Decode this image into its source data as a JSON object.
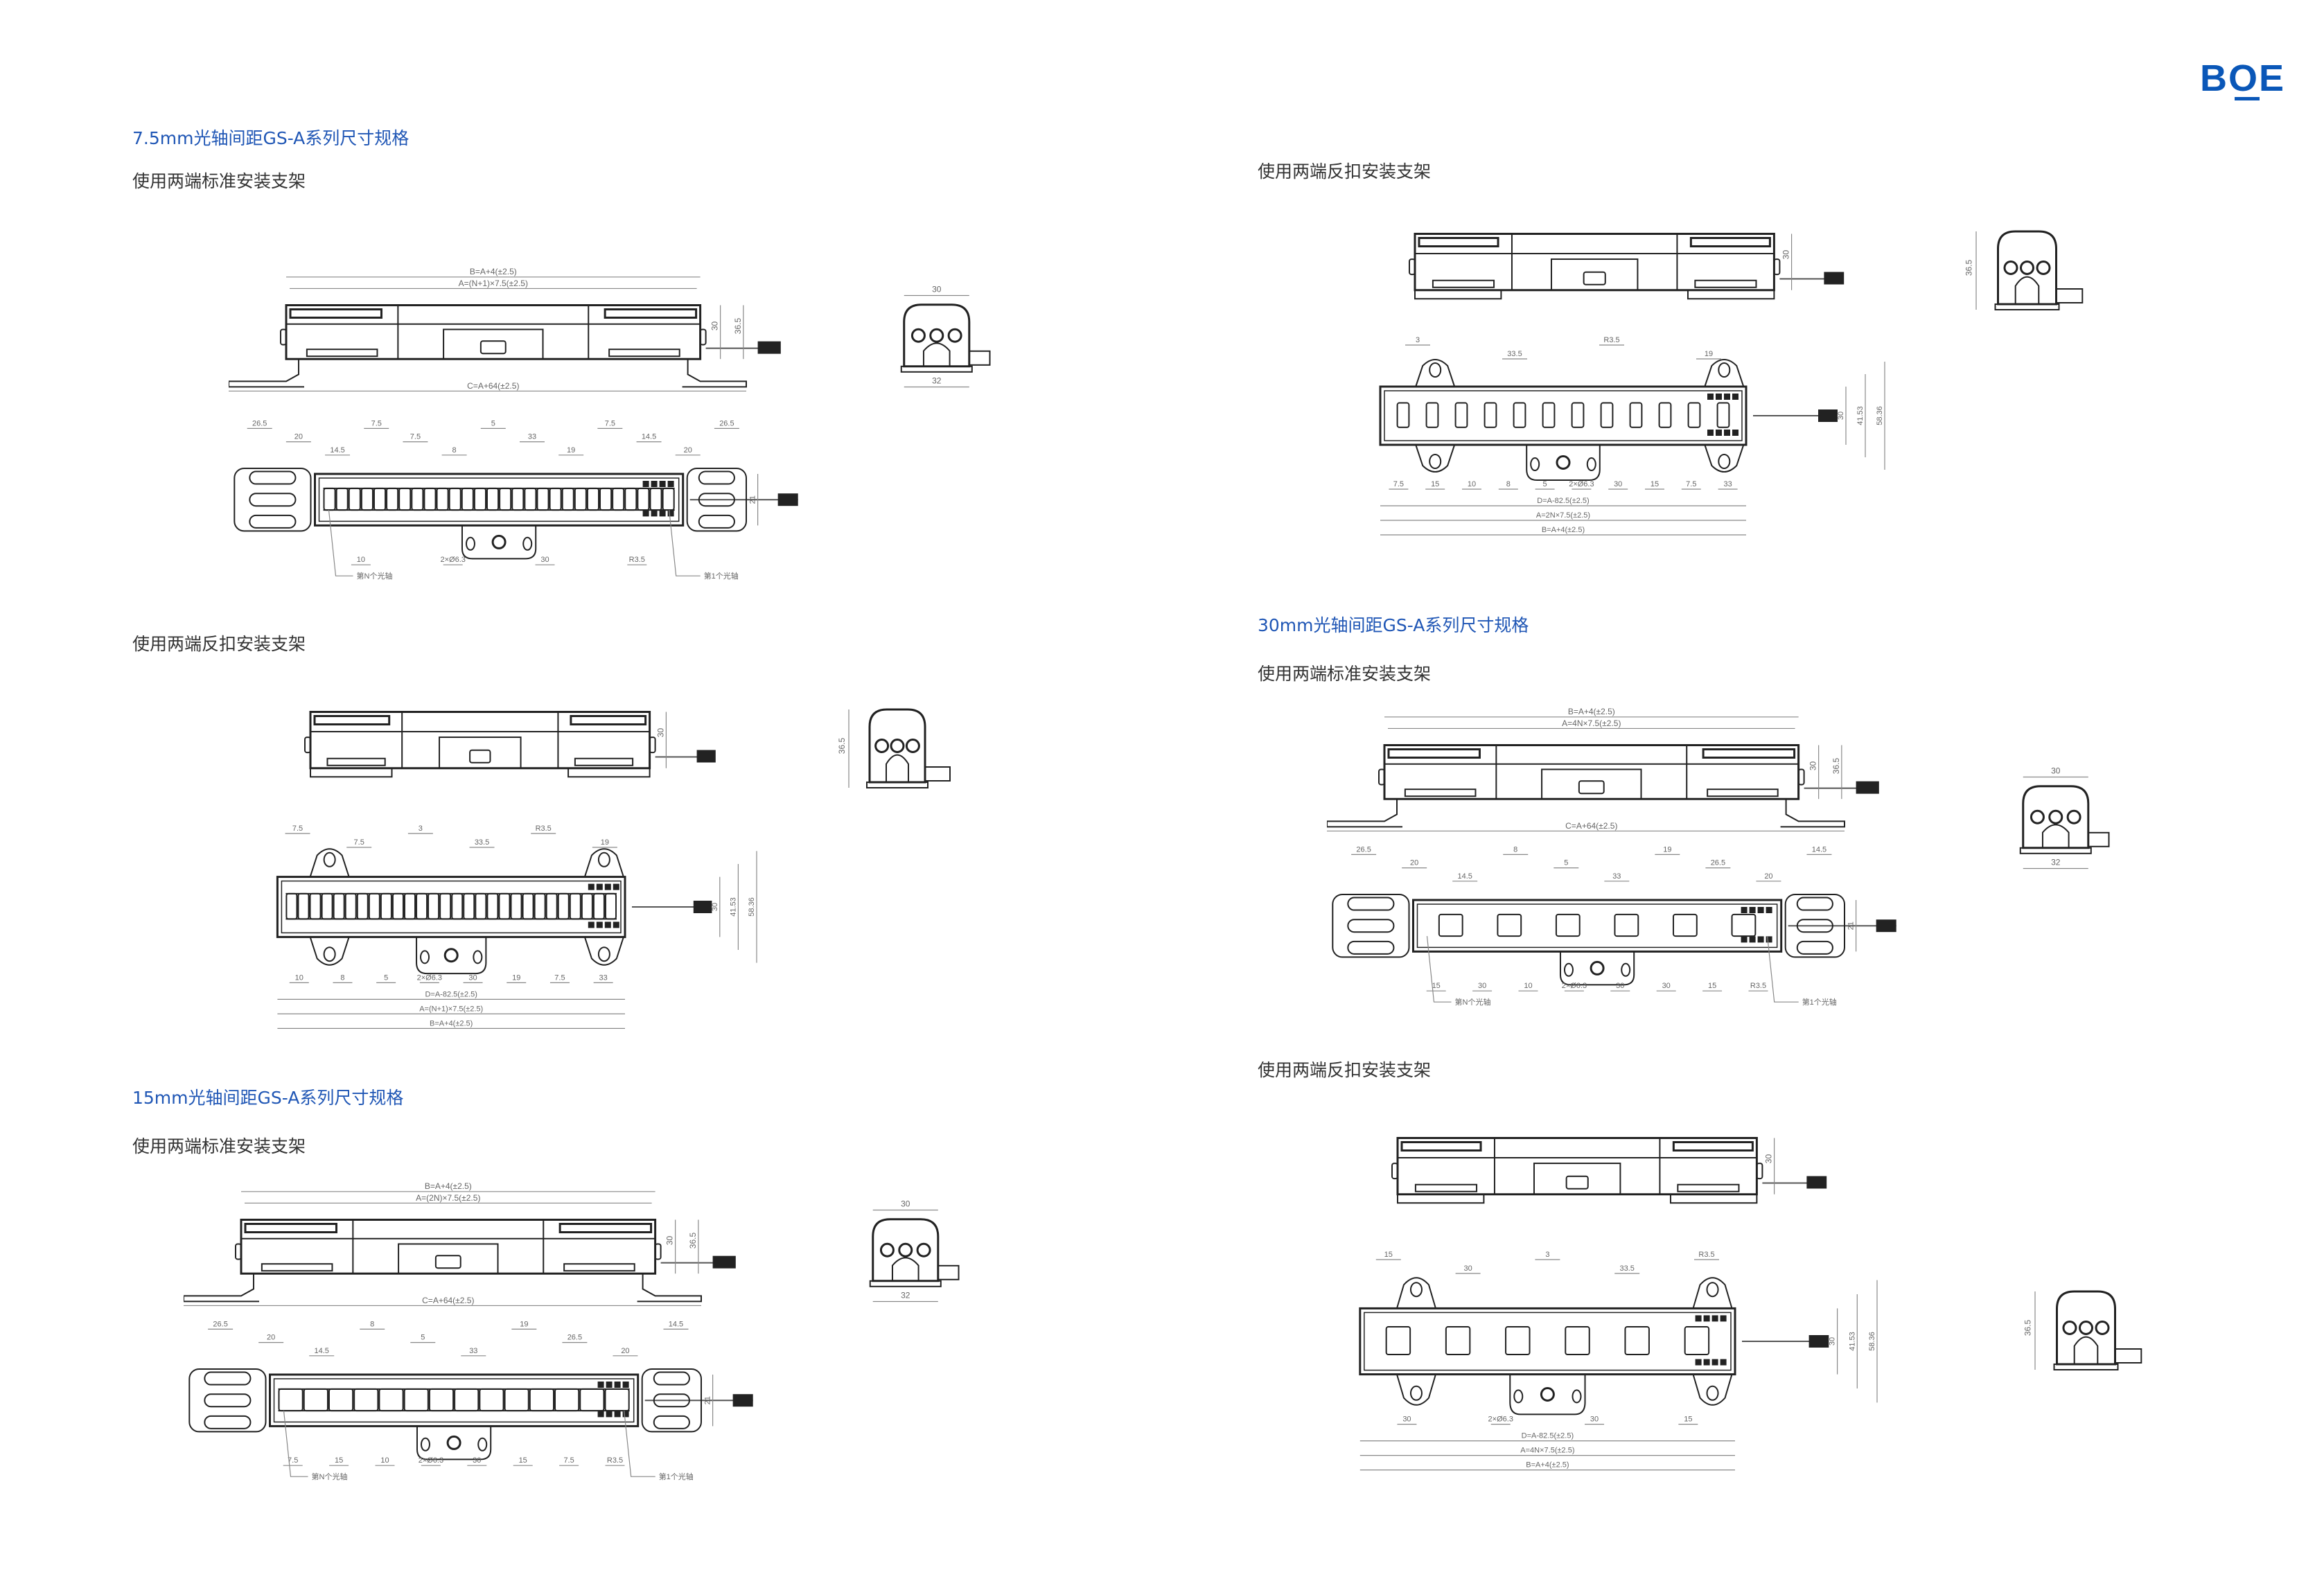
{
  "brand": {
    "logo": "BOE",
    "color": "#0a57b8"
  },
  "left": {
    "heading_7_5": "7.5mm光轴间距GS-A系列尺寸规格",
    "sub1": "使用两端标准安装支架",
    "sub2": "使用两端反扣安装支架",
    "heading_15": "15mm光轴间距GS-A系列尺寸规格",
    "sub3": "使用两端标准安装支架"
  },
  "right": {
    "sub1": "使用两端反扣安装支架",
    "heading_30": "30mm光轴间距GS-A系列尺寸规格",
    "sub2": "使用两端标准安装支架",
    "sub3": "使用两端反扣安装支架"
  },
  "drawings": [
    {
      "type": "standard",
      "cells": 28,
      "top": {
        "B": "B=A+4(±2.5)",
        "A": "A=(N+1)×7.5(±2.5)",
        "C": "C=A+64(±2.5)",
        "h": [
          "30",
          "36.5"
        ]
      },
      "side": [
        "30",
        "32"
      ],
      "front": {
        "top": [
          "26.5",
          "20",
          "14.5",
          "7.5",
          "7.5",
          "8",
          "5",
          "33",
          "19",
          "7.5",
          "14.5",
          "20",
          "26.5"
        ],
        "right": [
          "21"
        ],
        "bottom": [
          "10",
          "2×Ø6.3",
          "30",
          "R3.5"
        ],
        "callouts": [
          "第N个光轴",
          "第1个光轴"
        ]
      }
    },
    {
      "type": "reverse",
      "cells": 28,
      "top": {
        "h": [
          "30"
        ]
      },
      "side": [
        "36.5"
      ],
      "front": {
        "top": [
          "7.5",
          "7.5",
          "3",
          "33.5",
          "R3.5",
          "19"
        ],
        "right": [
          "30",
          "41.53",
          "58.36"
        ],
        "bottom": [
          "10",
          "8",
          "5",
          "2×Ø6.3",
          "30",
          "19",
          "7.5",
          "33",
          "D=A-82.5(±2.5)",
          "A=(N+1)×7.5(±2.5)",
          "B=A+4(±2.5)"
        ],
        "callouts": []
      }
    },
    {
      "type": "standard",
      "cells": 14,
      "top": {
        "B": "B=A+4(±2.5)",
        "A": "A=(2N)×7.5(±2.5)",
        "C": "C=A+64(±2.5)",
        "h": [
          "30",
          "36.5"
        ]
      },
      "side": [
        "30",
        "32"
      ],
      "front": {
        "top": [
          "26.5",
          "20",
          "14.5",
          "8",
          "5",
          "33",
          "19",
          "26.5",
          "20",
          "14.5"
        ],
        "right": [
          "21"
        ],
        "bottom": [
          "7.5",
          "15",
          "10",
          "2×Ø6.3",
          "30",
          "15",
          "7.5",
          "R3.5"
        ],
        "callouts": [
          "第N个光轴",
          "第1个光轴"
        ]
      }
    },
    {
      "type": "reverse",
      "cells": 12,
      "top": {
        "h": [
          "30"
        ]
      },
      "side": [
        "36.5"
      ],
      "front": {
        "top": [
          "3",
          "33.5",
          "R3.5",
          "19"
        ],
        "right": [
          "30",
          "41.53",
          "58.36"
        ],
        "bottom": [
          "7.5",
          "15",
          "10",
          "8",
          "5",
          "2×Ø6.3",
          "30",
          "15",
          "7.5",
          "33",
          "D=A-82.5(±2.5)",
          "A=2N×7.5(±2.5)",
          "B=A+4(±2.5)"
        ],
        "callouts": []
      }
    },
    {
      "type": "standard",
      "cells": 6,
      "top": {
        "B": "B=A+4(±2.5)",
        "A": "A=4N×7.5(±2.5)",
        "C": "C=A+64(±2.5)",
        "h": [
          "30",
          "36.5"
        ]
      },
      "side": [
        "30",
        "32"
      ],
      "front": {
        "top": [
          "26.5",
          "20",
          "14.5",
          "8",
          "5",
          "33",
          "19",
          "26.5",
          "20",
          "14.5"
        ],
        "right": [
          "21"
        ],
        "bottom": [
          "15",
          "30",
          "10",
          "2×Ø6.3",
          "30",
          "30",
          "15",
          "R3.5"
        ],
        "callouts": [
          "第N个光轴",
          "第1个光轴"
        ]
      }
    },
    {
      "type": "reverse",
      "cells": 6,
      "top": {
        "h": [
          "30"
        ]
      },
      "side": [
        "36.5"
      ],
      "front": {
        "top": [
          "15",
          "30",
          "3",
          "33.5",
          "R3.5"
        ],
        "right": [
          "30",
          "41.53",
          "58.36"
        ],
        "bottom": [
          "30",
          "2×Ø6.3",
          "30",
          "15",
          "D=A-82.5(±2.5)",
          "A=4N×7.5(±2.5)",
          "B=A+4(±2.5)"
        ],
        "callouts": []
      }
    }
  ]
}
